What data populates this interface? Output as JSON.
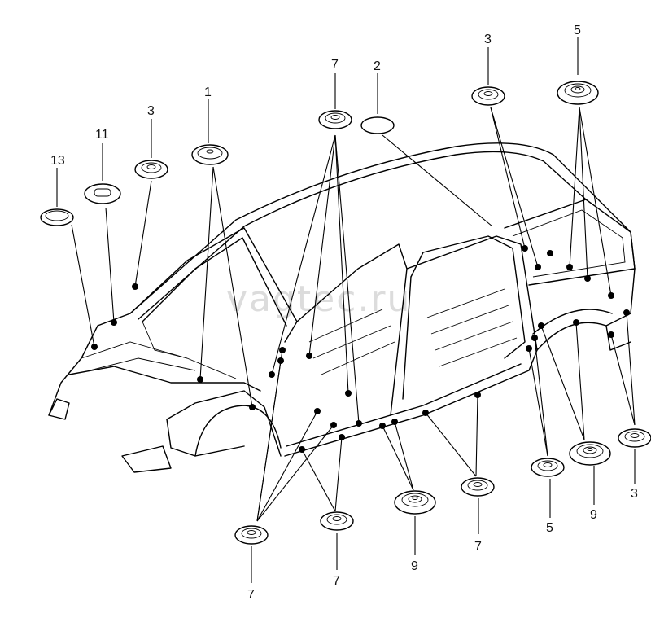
{
  "watermark": "vagtec.ru",
  "callouts": [
    {
      "id": "c13",
      "label": "13",
      "shape": "oval-flat"
    },
    {
      "id": "c11",
      "label": "11",
      "shape": "oval-slot"
    },
    {
      "id": "c3a",
      "label": "3",
      "shape": "grommet-round"
    },
    {
      "id": "c1",
      "label": "1",
      "shape": "oval-plug"
    },
    {
      "id": "c7a",
      "label": "7",
      "shape": "grommet-round"
    },
    {
      "id": "c2",
      "label": "2",
      "shape": "oval-flat"
    },
    {
      "id": "c3b",
      "label": "3",
      "shape": "grommet-round"
    },
    {
      "id": "c5a",
      "label": "5",
      "shape": "grommet-large"
    },
    {
      "id": "c3c",
      "label": "3",
      "shape": "grommet-round"
    },
    {
      "id": "c9a",
      "label": "9",
      "shape": "grommet-large"
    },
    {
      "id": "c5b",
      "label": "5",
      "shape": "grommet-round"
    },
    {
      "id": "c7b",
      "label": "7",
      "shape": "grommet-round"
    },
    {
      "id": "c9b",
      "label": "9",
      "shape": "grommet-large"
    },
    {
      "id": "c7c",
      "label": "7",
      "shape": "grommet-round"
    },
    {
      "id": "c7d",
      "label": "7",
      "shape": "grommet-round"
    }
  ]
}
